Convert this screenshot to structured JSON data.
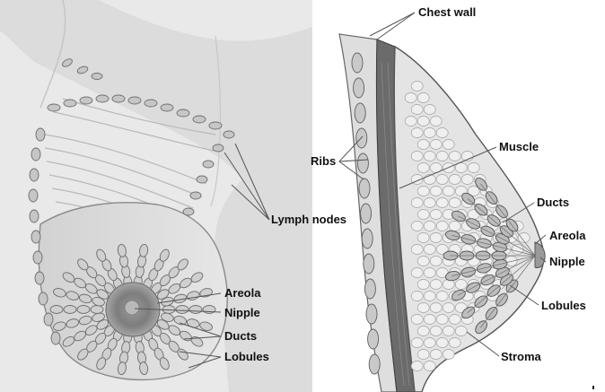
{
  "labels": {
    "chest_wall": "Chest wall",
    "ribs": "Ribs",
    "muscle": "Muscle",
    "lymph_nodes": "Lymph nodes",
    "ducts_right": "Ducts",
    "areola_right": "Areola",
    "nipple_right": "Nipple",
    "lobules_right": "Lobules",
    "stroma": "Stroma",
    "areola_left": "Areola",
    "nipple_left": "Nipple",
    "ducts_left": "Ducts",
    "lobules_left": "Lobules"
  }
}
